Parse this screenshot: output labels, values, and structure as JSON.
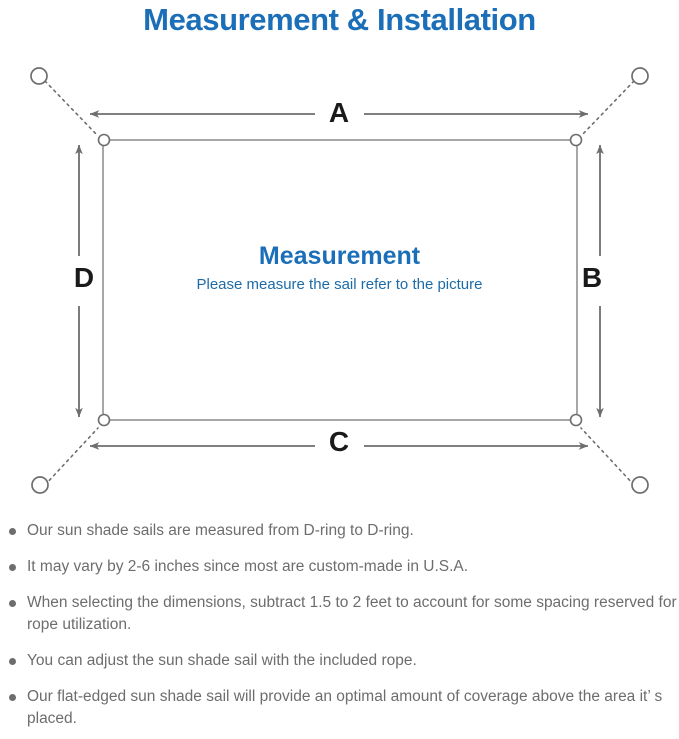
{
  "title": "Measurement & Installation",
  "diagram": {
    "center_heading": "Measurement",
    "center_subtitle": "Please measure the sail refer to the picture",
    "dimensions": {
      "top": "A",
      "right": "B",
      "bottom": "C",
      "left": "D"
    },
    "colors": {
      "title_blue": "#1b6fb8",
      "subtitle_blue": "#1c6ba8",
      "line_gray": "#6e6e6e",
      "sail_border": "#8a8a8a",
      "text_gray": "#6d6d6d"
    },
    "icons": {
      "anchor_point": "anchor-circle-icon",
      "d_ring": "d-ring-icon",
      "rope": "dotted-rope-line"
    }
  },
  "notes": [
    "Our sun shade sails are measured from D-ring to D-ring.",
    "It may vary by 2-6 inches since most are custom-made in U.S.A.",
    "When selecting the dimensions, subtract 1.5 to 2 feet to account for some spacing reserved for rope utilization.",
    "You can adjust the sun shade sail with the included rope.",
    "Our flat-edged sun shade sail will provide an optimal amount of coverage above the area it’ s placed."
  ]
}
